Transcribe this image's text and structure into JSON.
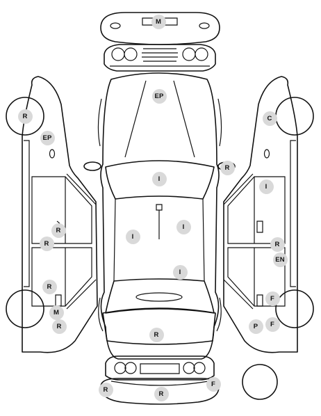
{
  "badges": [
    {
      "id": "m-top",
      "code": "M"
    },
    {
      "id": "ep-hood",
      "code": "EP"
    },
    {
      "id": "r-left-front-wheel",
      "code": "R"
    },
    {
      "id": "ep-left-front",
      "code": "EP"
    },
    {
      "id": "c-right-front-wheel",
      "code": "C"
    },
    {
      "id": "r-right-mirror",
      "code": "R"
    },
    {
      "id": "i-windshield",
      "code": "I"
    },
    {
      "id": "i-right-front-door",
      "code": "I"
    },
    {
      "id": "r-left-door-1",
      "code": "R"
    },
    {
      "id": "r-left-door-2",
      "code": "R"
    },
    {
      "id": "i-roof-left",
      "code": "I"
    },
    {
      "id": "i-roof-right",
      "code": "I"
    },
    {
      "id": "r-right-door",
      "code": "R"
    },
    {
      "id": "en-right-door",
      "code": "EN"
    },
    {
      "id": "i-roof-rear",
      "code": "I"
    },
    {
      "id": "r-left-rear-1",
      "code": "R"
    },
    {
      "id": "m-left-rear",
      "code": "M"
    },
    {
      "id": "r-left-rear-2",
      "code": "R"
    },
    {
      "id": "f-right-rear-1",
      "code": "F"
    },
    {
      "id": "f-right-rear-2",
      "code": "F"
    },
    {
      "id": "p-right-rear",
      "code": "P"
    },
    {
      "id": "r-trunk",
      "code": "R"
    },
    {
      "id": "r-rear-bumper-left",
      "code": "R"
    },
    {
      "id": "r-rear-bumper-center",
      "code": "R"
    },
    {
      "id": "f-rear-bumper-right",
      "code": "F"
    }
  ]
}
